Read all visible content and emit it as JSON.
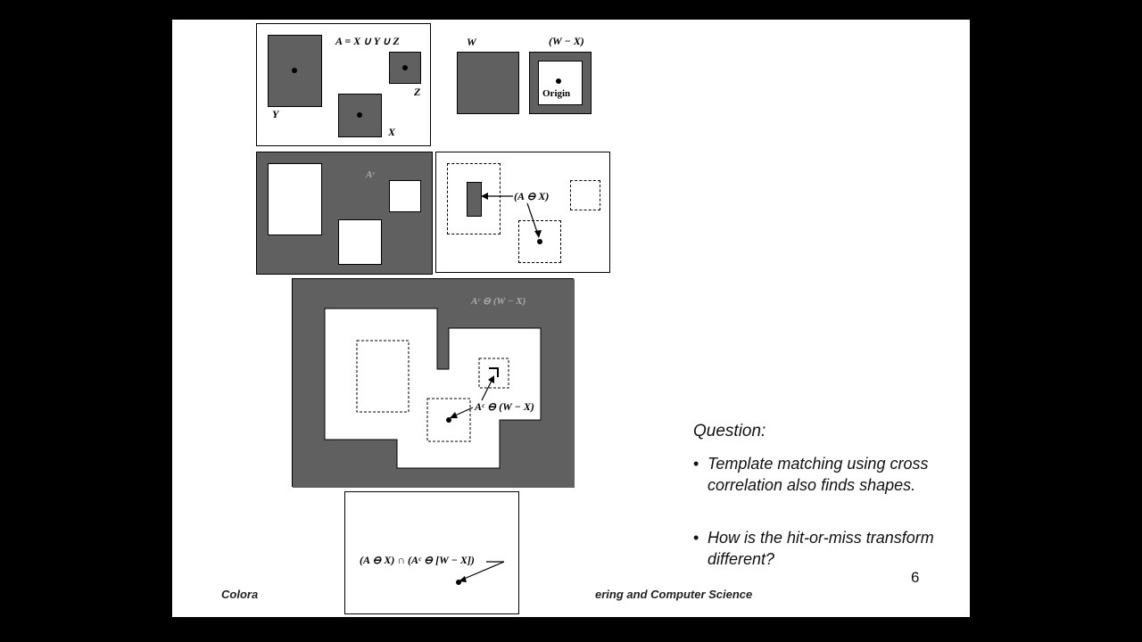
{
  "labels": {
    "set_a": "A = X ∪ Y ∪ Z",
    "set_y": "Y",
    "set_z": "Z",
    "set_x": "X",
    "window_w": "W",
    "w_minus_x": "(W − X)",
    "origin": "Origin",
    "complement": "Aᶜ",
    "erosion_a_x": "(A ⊖ X)",
    "complement_erosion": "Aᶜ ⊖ (W − X)",
    "complement_erosion_pointer": "Aᶜ ⊖ (W − X)",
    "final_result": "(A ⊖ X) ∩ (Aᶜ ⊖ [W − X])"
  },
  "question": {
    "title": "Question:",
    "bullets": [
      "Template matching using cross correlation also finds shapes.",
      "How is the hit-or-miss transform different?"
    ]
  },
  "page_number": "6",
  "footer": {
    "left": "Colora",
    "right": "ering and Computer Science"
  }
}
